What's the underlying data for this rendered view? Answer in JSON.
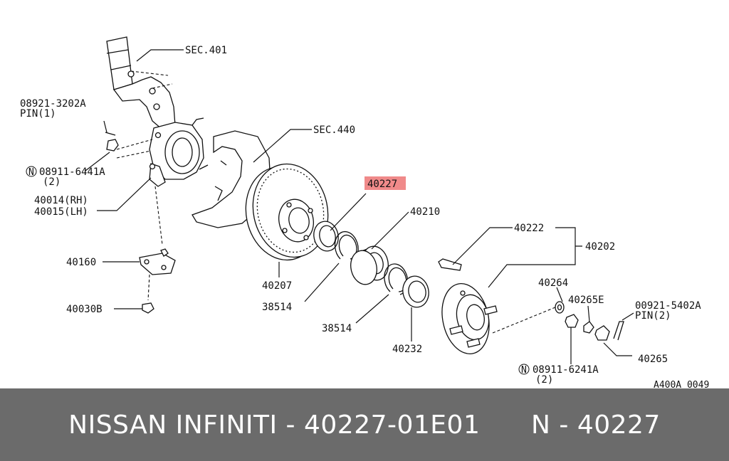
{
  "diagram": {
    "labels": {
      "sec401": "SEC.401",
      "sec440": "SEC.440",
      "pin_part": "08921-3202A",
      "pin_name": "PIN(1)",
      "nut_part": "08911-6441A",
      "nut_qty": "(2)",
      "knuckle_rh": "40014(RH)",
      "knuckle_lh": "40015(LH)",
      "p40160": "40160",
      "p40030b": "40030B",
      "p40207": "40207",
      "p38514_a": "38514",
      "p38514_b": "38514",
      "p40227": "40227",
      "p40210": "40210",
      "p40232": "40232",
      "p40222": "40222",
      "p40202": "40202",
      "p40264": "40264",
      "p40265e": "40265E",
      "pin2_part": "00921-5402A",
      "pin2_name": "PIN(2)",
      "p40265": "40265",
      "nut2_part": "08911-6241A",
      "nut2_qty": "(2)",
      "n_symbol_1": "N",
      "n_symbol_2": "N",
      "drawing_code": "A400A 0049"
    },
    "highlight_color": "#f08a8a"
  },
  "banner": {
    "title": "NISSAN INFINITI - 40227-01E01      N - 40227",
    "background": "#6b6b6b",
    "text_color": "#ffffff"
  }
}
